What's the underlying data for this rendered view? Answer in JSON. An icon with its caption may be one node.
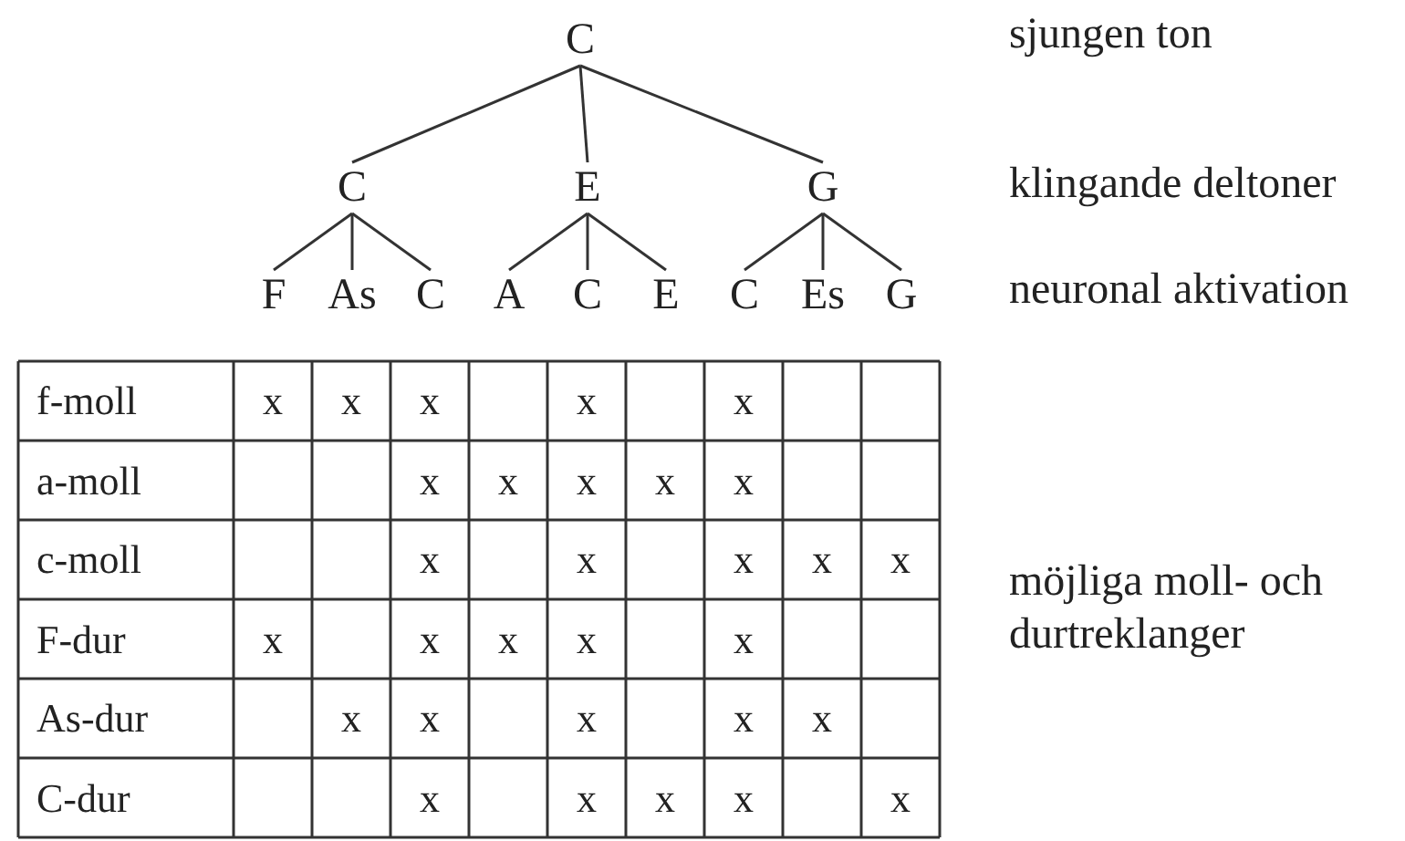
{
  "diagram": {
    "nodes": [
      {
        "text": [
          "C"
        ]
      },
      {
        "text": [
          "C"
        ]
      },
      {
        "text": [
          "E"
        ]
      },
      {
        "text": [
          "G"
        ]
      },
      {
        "text": [
          "F"
        ]
      },
      {
        "text": [
          "As"
        ]
      },
      {
        "text": [
          "C"
        ]
      },
      {
        "text": [
          "A"
        ]
      },
      {
        "text": [
          "C"
        ]
      },
      {
        "text": [
          "E"
        ]
      },
      {
        "text": [
          "C"
        ]
      },
      {
        "text": [
          "Es"
        ]
      },
      {
        "text": [
          "G"
        ]
      }
    ],
    "edges": [
      {
        "from": 0,
        "to": 1,
        "arrow": "none"
      },
      {
        "from": 0,
        "to": 2,
        "arrow": "none"
      },
      {
        "from": 0,
        "to": 3,
        "arrow": "none"
      },
      {
        "from": 1,
        "to": 4,
        "arrow": "none"
      },
      {
        "from": 1,
        "to": 5,
        "arrow": "none"
      },
      {
        "from": 1,
        "to": 6,
        "arrow": "none"
      },
      {
        "from": 2,
        "to": 7,
        "arrow": "none"
      },
      {
        "from": 2,
        "to": 8,
        "arrow": "none"
      },
      {
        "from": 2,
        "to": 9,
        "arrow": "none"
      },
      {
        "from": 3,
        "to": 10,
        "arrow": "none"
      },
      {
        "from": 3,
        "to": 11,
        "arrow": "none"
      },
      {
        "from": 3,
        "to": 12,
        "arrow": "none"
      }
    ],
    "labels": [
      "sjungen ton",
      "klingande deltoner",
      "neuronal aktivation",
      "f-moll",
      "x",
      "x",
      "x",
      "x",
      "x",
      "a-moll",
      "x",
      "x",
      "x",
      "x",
      "x",
      "c-moll",
      "x",
      "x",
      "x",
      "x",
      "x",
      "F-dur",
      "x",
      "x",
      "x",
      "x",
      "x",
      "As-dur",
      "x",
      "x",
      "x",
      "x",
      "x",
      "C-dur",
      "x",
      "x",
      "x",
      "x",
      "x",
      "möjliga moll- och durtreklanger"
    ]
  }
}
